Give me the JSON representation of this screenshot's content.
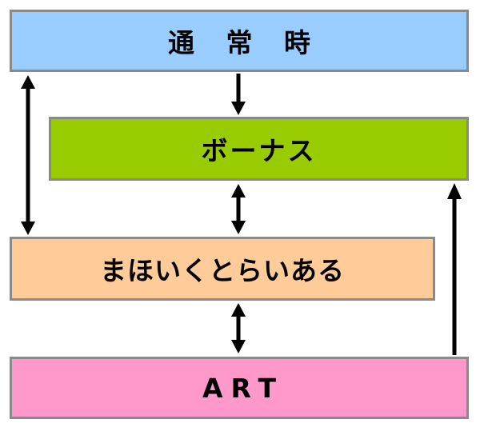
{
  "nodes": {
    "normal": {
      "label": "通 常 時",
      "color": "#99ccff"
    },
    "bonus": {
      "label": "ボーナス",
      "color": "#99cc00"
    },
    "mahoi": {
      "label": "まほいくとらいある",
      "color": "#ffcc99"
    },
    "art": {
      "label": "ART",
      "color": "#ff99cc"
    }
  },
  "edges": [
    {
      "from": "normal",
      "to": "mahoi",
      "direction": "both"
    },
    {
      "from": "normal",
      "to": "bonus",
      "direction": "forward"
    },
    {
      "from": "bonus",
      "to": "mahoi",
      "direction": "both"
    },
    {
      "from": "mahoi",
      "to": "art",
      "direction": "both"
    },
    {
      "from": "art",
      "to": "bonus",
      "direction": "forward"
    }
  ],
  "colors": {
    "border": "#8a8a8a",
    "arrow": "#000000"
  }
}
